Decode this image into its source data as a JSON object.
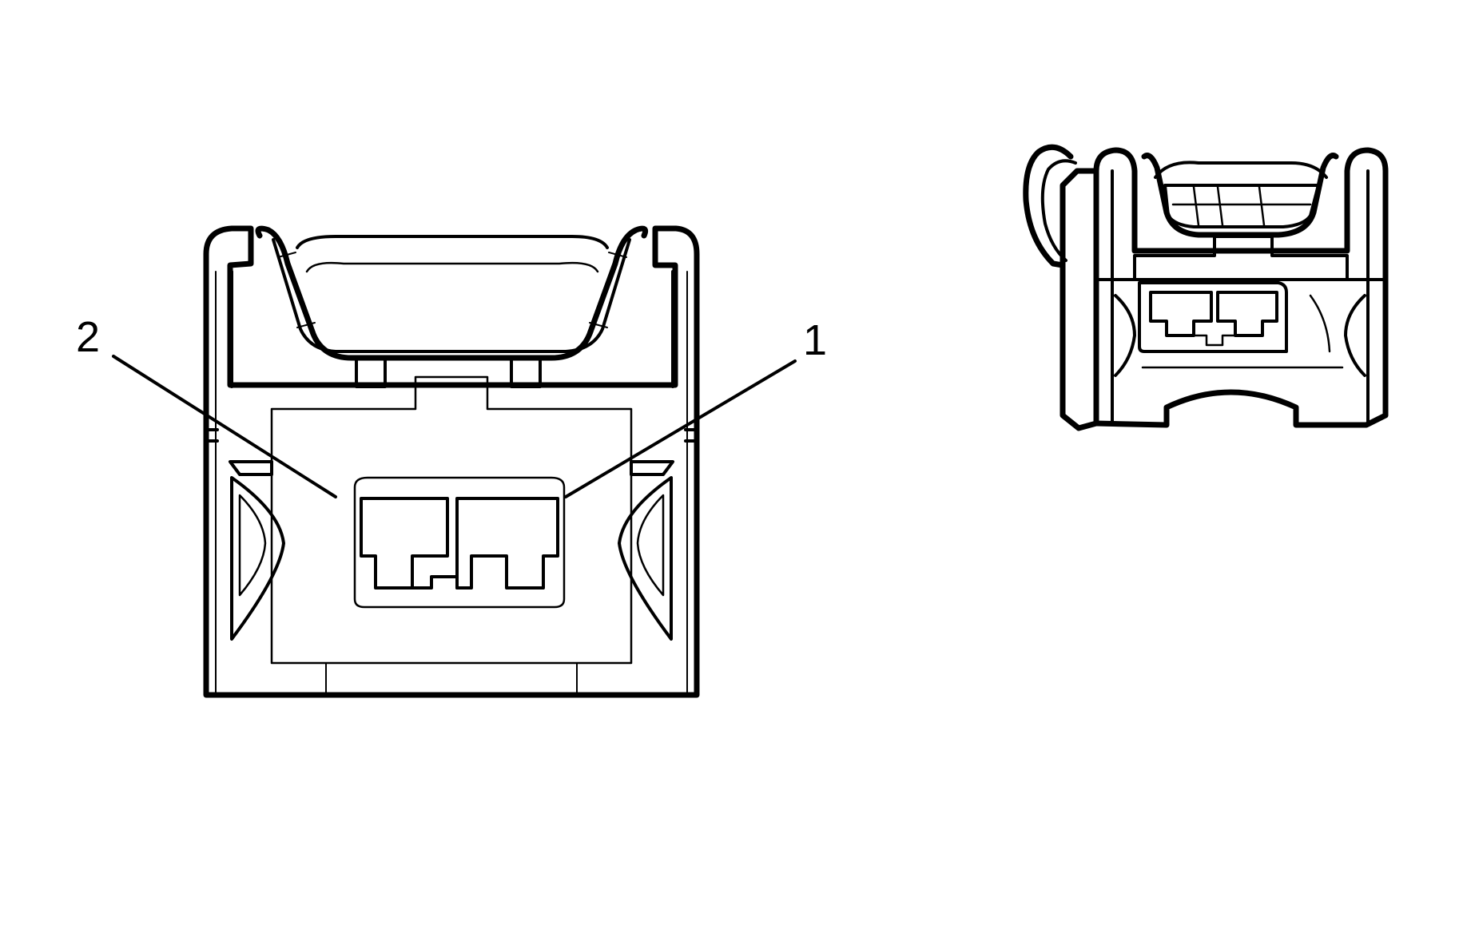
{
  "diagram": {
    "type": "connector-face-view",
    "pins": [
      {
        "label": "2"
      },
      {
        "label": "1"
      }
    ],
    "colors": {
      "line": "#000000",
      "background": "#ffffff"
    }
  }
}
